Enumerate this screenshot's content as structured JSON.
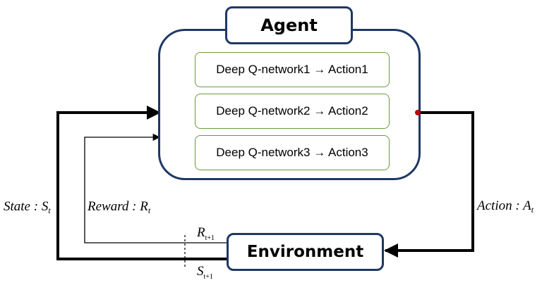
{
  "agent": {
    "title": "Agent",
    "networks": [
      "Deep Q-network1 → Action1",
      "Deep Q-network2 → Action2",
      "Deep Q-network3 → Action3"
    ]
  },
  "environment": {
    "title": "Environment"
  },
  "signals": {
    "state": {
      "text": "State : S",
      "sub": "t"
    },
    "reward": {
      "text": "Reward : R",
      "sub": "t"
    },
    "action": {
      "text": "Action : A",
      "sub": "t"
    },
    "next_reward": {
      "text": "R",
      "sub": "t+1"
    },
    "next_state": {
      "text": "S",
      "sub": "t+1"
    }
  },
  "colors": {
    "frame": "#1f3864",
    "network_border": "#6a9a3a",
    "dashed_arrow": "#c00000",
    "wire": "#000000"
  }
}
